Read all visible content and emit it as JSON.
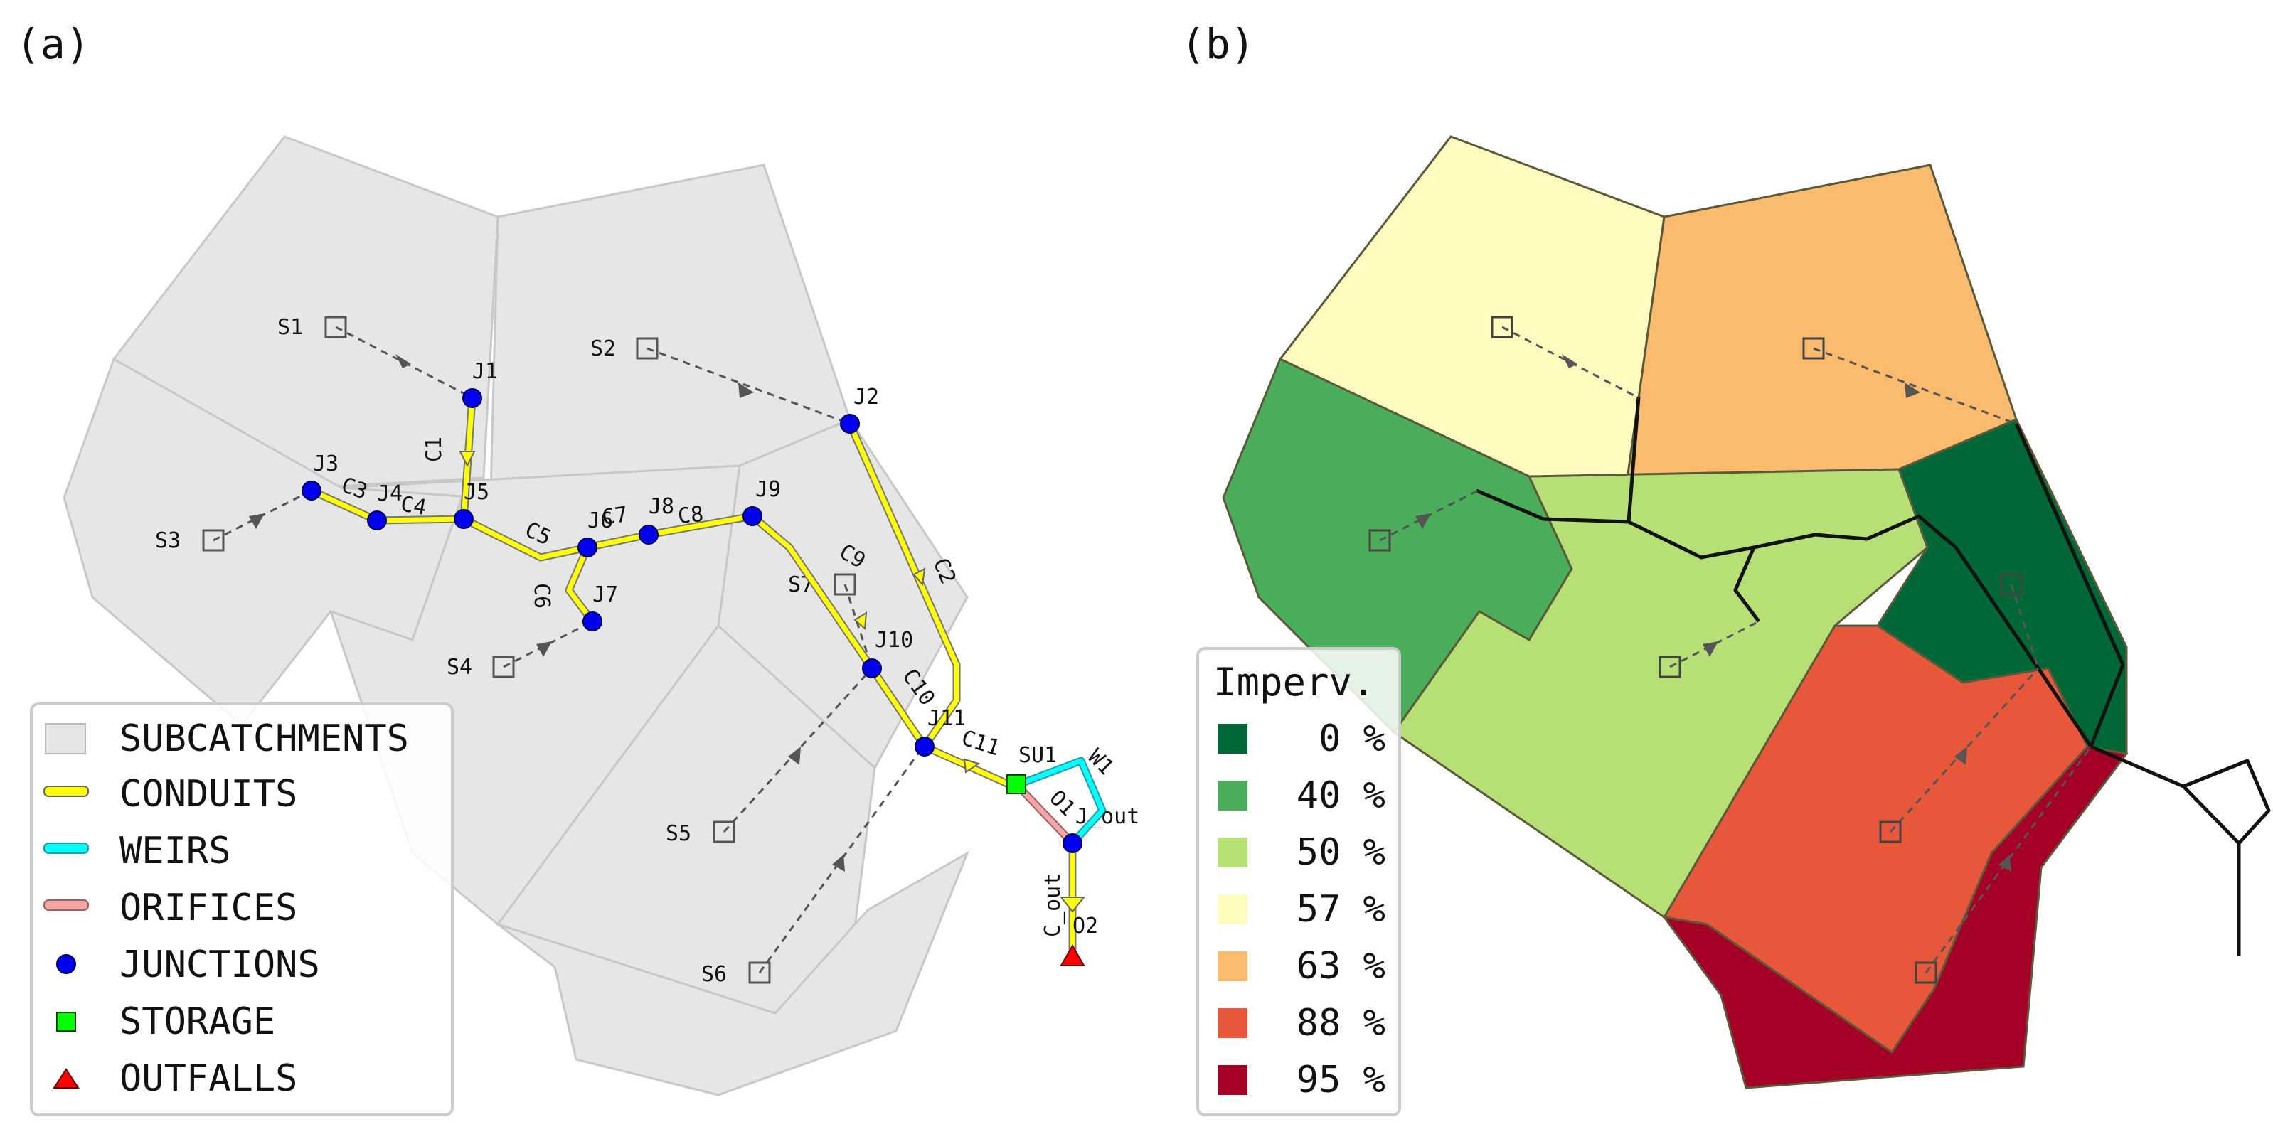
{
  "panels": {
    "a": {
      "label": "(a)"
    },
    "b": {
      "label": "(b)"
    }
  },
  "subcatchment_labels": [
    "S1",
    "S2",
    "S3",
    "S4",
    "S5",
    "S6",
    "S7"
  ],
  "junction_labels": [
    "J1",
    "J2",
    "J3",
    "J4",
    "J5",
    "J6",
    "J7",
    "J8",
    "J9",
    "J10",
    "J11",
    "J_out"
  ],
  "storage_label": "SU1",
  "outfall_label": "O2",
  "conduit_labels": [
    "C1",
    "C2",
    "C3",
    "C4",
    "C5",
    "C6",
    "C7",
    "C8",
    "C9",
    "C10",
    "C11",
    "C_out"
  ],
  "weir_label": "W1",
  "orifice_label": "O1",
  "legend_a": {
    "items": [
      {
        "label": "SUBCATCHMENTS",
        "symbol": "subcatchment-swatch"
      },
      {
        "label": "CONDUITS",
        "symbol": "conduit-line"
      },
      {
        "label": "WEIRS",
        "symbol": "weir-line"
      },
      {
        "label": "ORIFICES",
        "symbol": "orifice-line"
      },
      {
        "label": "JUNCTIONS",
        "symbol": "junction-marker"
      },
      {
        "label": "STORAGE",
        "symbol": "storage-marker"
      },
      {
        "label": "OUTFALLS",
        "symbol": "outfall-marker"
      }
    ]
  },
  "legend_b": {
    "title": "Imperv.",
    "items": [
      {
        "label": "0 %",
        "color": "#006837"
      },
      {
        "label": "40 %",
        "color": "#4aad59"
      },
      {
        "label": "50 %",
        "color": "#b6df76"
      },
      {
        "label": "57 %",
        "color": "#fffbbf"
      },
      {
        "label": "63 %",
        "color": "#fbbb6e"
      },
      {
        "label": "88 %",
        "color": "#e9573b"
      },
      {
        "label": "95 %",
        "color": "#a50026"
      }
    ]
  },
  "colors": {
    "subcatchment_fill": "#e6e6e6",
    "conduit": "#ffff00",
    "weir": "#00ffff",
    "orifice": "#f4a6a6",
    "junction": "#0000ee",
    "storage": "#00ff00",
    "outfall": "#ff0000"
  }
}
